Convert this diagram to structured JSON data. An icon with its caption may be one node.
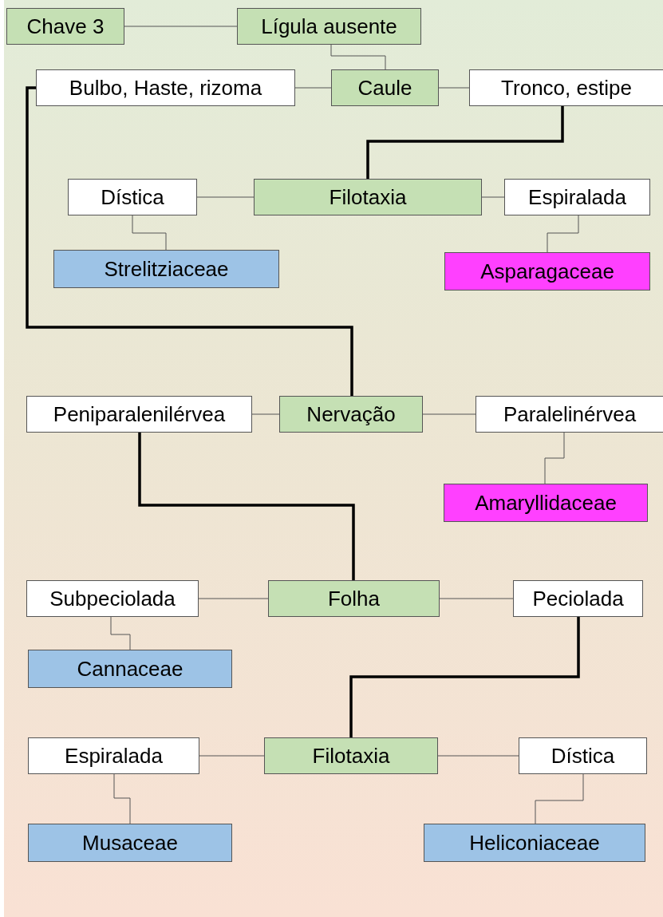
{
  "diagram": {
    "nodes": [
      {
        "text": [
          "Chave 3"
        ]
      },
      {
        "text": [
          "Lígula ausente"
        ]
      },
      {
        "text": [
          "Bulbo, Haste, rizoma"
        ]
      },
      {
        "text": [
          "Caule"
        ]
      },
      {
        "text": [
          "Tronco, estipe"
        ]
      },
      {
        "text": [
          "Dística"
        ]
      },
      {
        "text": [
          "Filotaxia"
        ]
      },
      {
        "text": [
          "Espiralada"
        ]
      },
      {
        "text": [
          "Strelitziaceae"
        ]
      },
      {
        "text": [
          "Asparagaceae"
        ]
      },
      {
        "text": [
          "Peniparalenilérvea"
        ]
      },
      {
        "text": [
          "Nervação"
        ]
      },
      {
        "text": [
          "Paralelinérvea"
        ]
      },
      {
        "text": [
          "Amaryllidaceae"
        ]
      },
      {
        "text": [
          "Subpeciolada"
        ]
      },
      {
        "text": [
          "Folha"
        ]
      },
      {
        "text": [
          "Peciolada"
        ]
      },
      {
        "text": [
          "Cannaceae"
        ]
      },
      {
        "text": [
          "Filotaxia"
        ]
      },
      {
        "text": [
          "Espiralada"
        ]
      },
      {
        "text": [
          "Dística"
        ]
      },
      {
        "text": [
          "Musaceae"
        ]
      },
      {
        "text": [
          "Heliconiaceae"
        ]
      }
    ],
    "edges": [
      {
        "from": 0,
        "to": 1,
        "arrow": "none"
      },
      {
        "from": 1,
        "to": 3,
        "arrow": "none"
      },
      {
        "from": 3,
        "to": 2,
        "arrow": "none"
      },
      {
        "from": 3,
        "to": 4,
        "arrow": "none"
      },
      {
        "from": 4,
        "to": 6,
        "arrow": "none",
        "style": "thick",
        "color": "#000000"
      },
      {
        "from": 6,
        "to": 5,
        "arrow": "none"
      },
      {
        "from": 6,
        "to": 7,
        "arrow": "none"
      },
      {
        "from": 5,
        "to": 8,
        "arrow": "none"
      },
      {
        "from": 7,
        "to": 9,
        "arrow": "none"
      },
      {
        "from": 2,
        "to": 11,
        "arrow": "none",
        "style": "thick",
        "color": "#000000"
      },
      {
        "from": 11,
        "to": 10,
        "arrow": "none"
      },
      {
        "from": 11,
        "to": 12,
        "arrow": "none"
      },
      {
        "from": 12,
        "to": 13,
        "arrow": "none"
      },
      {
        "from": 10,
        "to": 15,
        "arrow": "none",
        "style": "thick",
        "color": "#000000"
      },
      {
        "from": 15,
        "to": 14,
        "arrow": "none"
      },
      {
        "from": 15,
        "to": 16,
        "arrow": "none"
      },
      {
        "from": 14,
        "to": 17,
        "arrow": "none"
      },
      {
        "from": 16,
        "to": 18,
        "arrow": "none",
        "style": "thick",
        "color": "#000000"
      },
      {
        "from": 18,
        "to": 19,
        "arrow": "none"
      },
      {
        "from": 18,
        "to": 20,
        "arrow": "none"
      },
      {
        "from": 19,
        "to": 21,
        "arrow": "none"
      },
      {
        "from": 20,
        "to": 22,
        "arrow": "none"
      }
    ]
  }
}
